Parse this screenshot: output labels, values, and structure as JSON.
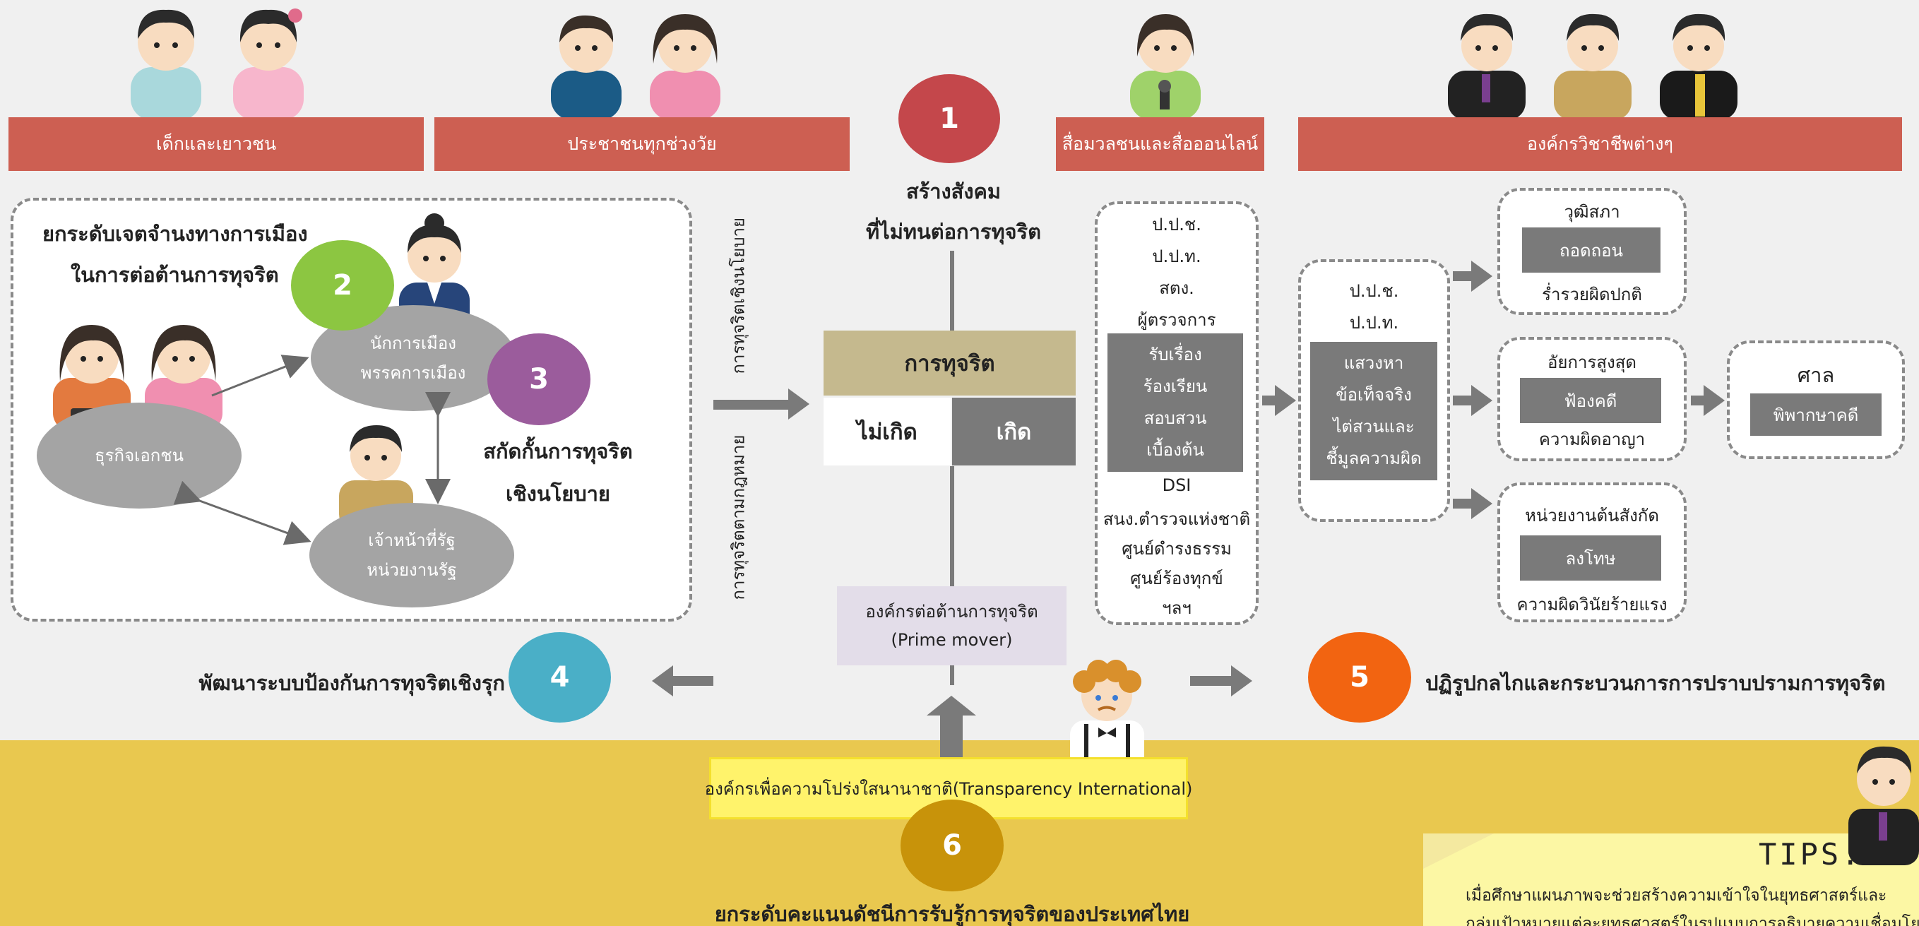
{
  "banners": {
    "youth": "เด็กและเยาวชน",
    "citizens": "ประชาชนทุกช่วงวัย",
    "media": "สื่อมวลชนและสื่อออนไลน์",
    "professional_orgs": "องค์กรวิชาชีพต่างๆ"
  },
  "strategies": [
    {
      "number": "1",
      "title_line1": "สร้างสังคม",
      "title_line2": "ที่ไม่ทนต่อการทุจริต",
      "color": "#c4474b"
    },
    {
      "number": "2",
      "title_line1": "ยกระดับเจตจำนงทางการเมือง",
      "title_line2": "ในการต่อต้านการทุจริต",
      "color": "#8cc641"
    },
    {
      "number": "3",
      "title_line1": "สกัดกั้นการทุจริต",
      "title_line2": "เชิงนโยบาย",
      "color": "#9b5c9c"
    },
    {
      "number": "4",
      "title_line1": "พัฒนาระบบป้องกันการทุจริตเชิงรุก",
      "color": "#4aafc7"
    },
    {
      "number": "5",
      "title_line1": "ปฏิรูปกลไกและกระบวนการการปราบปรามการทุจริต",
      "color": "#f26411"
    },
    {
      "number": "6",
      "title_line1": "ยกระดับคะแนนดัชนีการรับรู้การทุจริตของประเทศไทย",
      "color": "#c8930a"
    }
  ],
  "left_panel": {
    "business": "ธุรกิจเอกชน",
    "politicians_line1": "นักการเมือง",
    "politicians_line2": "พรรคการเมือง",
    "officials_line1": "เจ้าหน้าที่รัฐ",
    "officials_line2": "หน่วยงานรัฐ"
  },
  "vertical_labels": {
    "policy": "การทุจริตเชิงนโยบาย",
    "legal": "การทุจริตตามกฎหมาย"
  },
  "center": {
    "header": "การทุจริต",
    "not_occur": "ไม่เกิด",
    "occur": "เกิด",
    "prime_mover_line1": "องค์กรต่อต้านการทุจริต",
    "prime_mover_line2": "(Prime mover)"
  },
  "agencies": {
    "top": [
      "ป.ป.ช.",
      "ป.ป.ท.",
      "สตง.",
      "ผู้ตรวจการ"
    ],
    "actions": [
      "รับเรื่อง",
      "ร้องเรียน",
      "สอบสวน",
      "เบื้องต้น"
    ],
    "bottom": [
      "DSI",
      "สนง.ตำรวจแห่งชาติ",
      "ศูนย์ดำรงธรรม",
      "ศูนย์ร้องทุกข์",
      "ฯลฯ"
    ]
  },
  "investigation": {
    "top": [
      "ป.ป.ช.",
      "ป.ป.ท."
    ],
    "actions": [
      "แสวงหา",
      "ข้อเท็จจริง",
      "ไต่สวนและ",
      "ชี้มูลความผิด"
    ]
  },
  "outcomes": [
    {
      "title": "วุฒิสภา",
      "action": "ถอดถอน",
      "note": "ร่ำรวยผิดปกติ"
    },
    {
      "title": "อัยการสูงสุด",
      "action": "ฟ้องคดี",
      "note": "ความผิดอาญา"
    },
    {
      "title": "หน่วยงานต้นสังกัด",
      "action": "ลงโทษ",
      "note": "ความผิดวินัยร้ายแรง"
    }
  ],
  "court": {
    "title": "ศาล",
    "action": "พิพากษาคดี"
  },
  "transparency": "องค์กรเพื่อความโปร่งใสนานาชาติ(Transparency International)",
  "tips": {
    "title": "TIPS:",
    "line1": "เมื่อศึกษาแผนภาพจะช่วยสร้างความเข้าใจในยุทธศาสตร์และ",
    "line2": "กลุ่มเป้าหมายแต่ละยุทธศาสตร์ในรูปแบบการอธิบายความเชื่อมโยง"
  },
  "colors": {
    "banner": "#cd5f52",
    "footer": "#e9c84f",
    "dark_grey": "#7a7a7a",
    "tan": "#c5b98e",
    "lavender": "#e3dde9",
    "yellow_box": "#fff36b",
    "tips_paper": "#fcf7a4"
  }
}
